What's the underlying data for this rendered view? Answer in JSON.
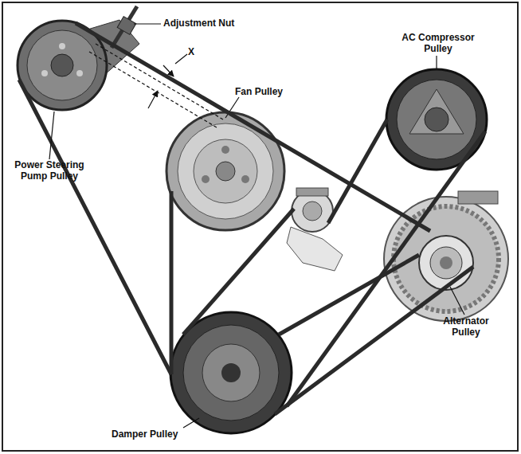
{
  "diagram": {
    "labels": [
      "Adjustment Nut",
      "X",
      "AC Compressor Pulley",
      "Fan Pulley",
      "Power Steering Pump Pulley",
      "Alternator Pulley",
      "Damper Pulley"
    ]
  }
}
